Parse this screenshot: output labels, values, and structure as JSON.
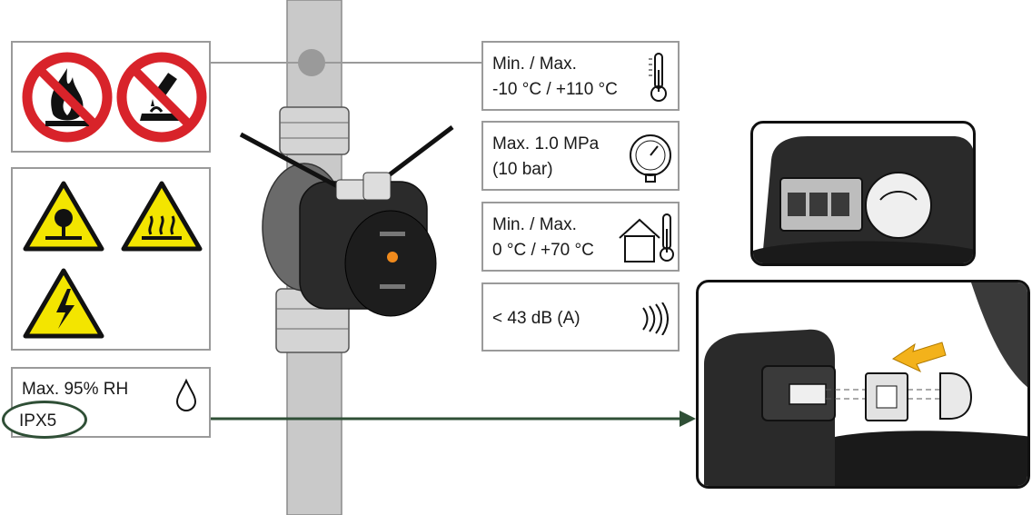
{
  "specs": [
    {
      "line1": "Min. / Max.",
      "line2": "-10 °C / +110 °C",
      "icon": "thermometer-icon"
    },
    {
      "line1": "Max. 1.0 MPa",
      "line2": "(10 bar)",
      "icon": "pressure-gauge-icon"
    },
    {
      "line1": "Min. / Max.",
      "line2": "0 °C / +70 °C",
      "icon": "house-thermometer-icon"
    },
    {
      "line1": "< 43 dB (A)",
      "line2": "",
      "icon": "sound-waves-icon"
    }
  ],
  "humidity": {
    "label": "Max. 95% RH",
    "icon": "water-drop-icon"
  },
  "ip_rating": {
    "label": "IPX5"
  },
  "prohibition_signs": [
    "no-open-flame-icon",
    "no-corrosive-liquids-icon"
  ],
  "warning_signs": [
    "environmental-hazard-icon",
    "hot-surface-icon",
    "electrical-hazard-icon"
  ],
  "colors": {
    "panel_border": "#9a9a9a",
    "pipe": "#c9c9c9",
    "arrow_line": "#2f4f36",
    "prohibition_red": "#d8232a",
    "warning_yellow": "#f3e500",
    "highlight_arrow": "#f3b21b"
  }
}
